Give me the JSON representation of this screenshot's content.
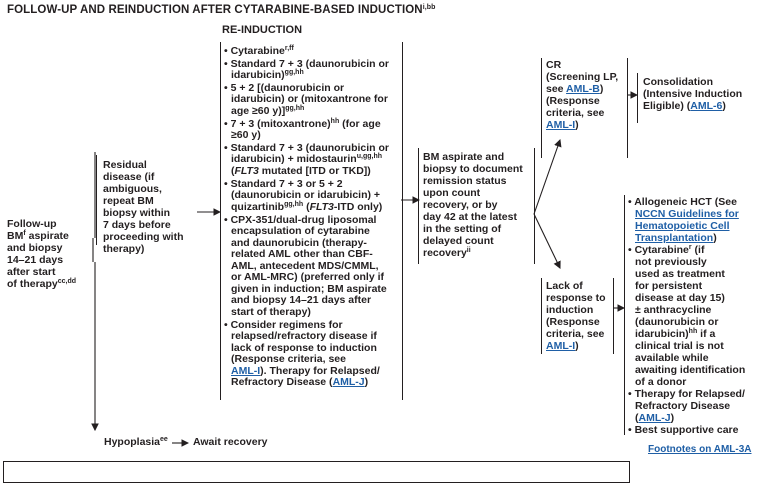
{
  "title": "FOLLOW-UP AND REINDUCTION AFTER CYTARABINE-BASED INDUCTION",
  "title_sup": "i,bb",
  "reinduction_header": "RE-INDUCTION",
  "followup": {
    "l1": "Follow-up",
    "l2a": "BM",
    "l2sup": "f",
    "l2b": " aspirate",
    "l3": "and biopsy",
    "l4": "14–21 days",
    "l5": "after start",
    "l6a": "of therapy",
    "l6sup": "cc,dd"
  },
  "residual": {
    "l1": "Residual",
    "l2": "disease (if",
    "l3": "ambiguous,",
    "l4": "repeat BM",
    "l5": "biopsy within",
    "l6": "7 days before",
    "l7": "proceeding with",
    "l8": "therapy)"
  },
  "hypoplasia": {
    "text": "Hypoplasia",
    "sup": "ee",
    "action": "Await recovery"
  },
  "reinduction": {
    "b1": {
      "a": "Cytarabine",
      "sup": "r,ff"
    },
    "b2": {
      "l1": "Standard 7 + 3 (daunorubicin or",
      "l2": "idarubicin)",
      "sup": "gg,hh"
    },
    "b3": {
      "l1": "5 + 2 [(daunorubicin or",
      "l2": "idarubicin) or (mitoxantrone for",
      "l3": "age ≥60 y)]",
      "sup": "gg,hh"
    },
    "b4": {
      "l1a": "7 + 3 (mitoxantrone)",
      "sup": "hh",
      "l1b": " (for age",
      "l2": "≥60 y)"
    },
    "b5": {
      "l1": "Standard 7 + 3 (daunorubicin or",
      "l2a": "idarubicin) + midostaurin",
      "sup": "u,gg,hh",
      "l3pre": "(",
      "l3i": "FLT3",
      "l3b": " mutated [ITD or TKD])"
    },
    "b6": {
      "l1": "Standard 7 + 3 or 5 + 2",
      "l2": "(daunorubicin or idarubicin) +",
      "l3a": "quizartinib",
      "sup": "gg,hh",
      "l3pre": " (",
      "l3i": "FLT3",
      "l3b": "-ITD only)"
    },
    "b7": {
      "l1": "CPX-351/dual-drug liposomal",
      "l2": "encapsulation of cytarabine",
      "l3": "and daunorubicin (therapy-",
      "l4": "related AML other than CBF-",
      "l5": "AML, antecedent MDS/CMML,",
      "l6": "or AML-MRC) (preferred only if",
      "l7": "given in induction; BM aspirate",
      "l8": "and biopsy 14–21 days after",
      "l9": "start of therapy)"
    },
    "b8": {
      "l1": "Consider regimens for",
      "l2": "relapsed/refractory disease if",
      "l3": "lack of response to induction",
      "l4": "(Response criteria, see",
      "l5link": "AML-I",
      "l5b": "). Therapy for Relapsed/",
      "l6a": "Refractory Disease (",
      "l6link": "AML-J",
      "l6b": ")"
    }
  },
  "bm_aspirate": {
    "l1": "BM aspirate and",
    "l2": "biopsy to document",
    "l3": "remission status",
    "l4": "upon count",
    "l5": "recovery, or by",
    "l6": "day 42 at the latest",
    "l7": "in the setting of",
    "l8": "delayed count",
    "l9a": "recovery",
    "l9sup": "ii"
  },
  "cr": {
    "l1": "CR",
    "l2": "(Screening LP,",
    "l3a": "see ",
    "l3link": "AML-B",
    "l3b": ")",
    "l4": "(Response",
    "l5": "criteria, see",
    "l6link": "AML-I",
    "l6b": ")"
  },
  "consolidation": {
    "l1": "Consolidation",
    "l2": "(Intensive Induction",
    "l3": "Eligible) (",
    "l3link": "AML-6",
    "l3b": ")"
  },
  "lack_response": {
    "l1": "Lack of",
    "l2": "response to",
    "l3": "induction",
    "l4": "(Response",
    "l5": "criteria, see",
    "l6link": "AML-I",
    "l6b": ")"
  },
  "options": {
    "o1": {
      "l1": "Allogeneic HCT (See",
      "link1": "NCCN Guidelines for",
      "link2": "Hematopoietic Cell",
      "link3": "Transplantation",
      "end": ")"
    },
    "o2": {
      "l1a": "Cytarabine",
      "sup1": "r",
      "l1b": " (if",
      "l2": "not previously",
      "l3": "used as treatment",
      "l4": "for persistent",
      "l5": "disease at day 15)",
      "l6": "± anthracycline",
      "l7": "(daunorubicin or",
      "l8a": "idarubicin)",
      "sup2": "hh",
      "l8b": " if a",
      "l9": "clinical trial is not",
      "l10": "available while",
      "l11": "awaiting identification",
      "l12": "of a donor"
    },
    "o3": {
      "l1": "Therapy for Relapsed/",
      "l2": "Refractory Disease",
      "l3pre": "(",
      "link": "AML-J",
      "l3b": ")"
    },
    "o4": {
      "l1": "Best supportive care"
    }
  },
  "footnotes_link": "Footnotes on AML-3A"
}
